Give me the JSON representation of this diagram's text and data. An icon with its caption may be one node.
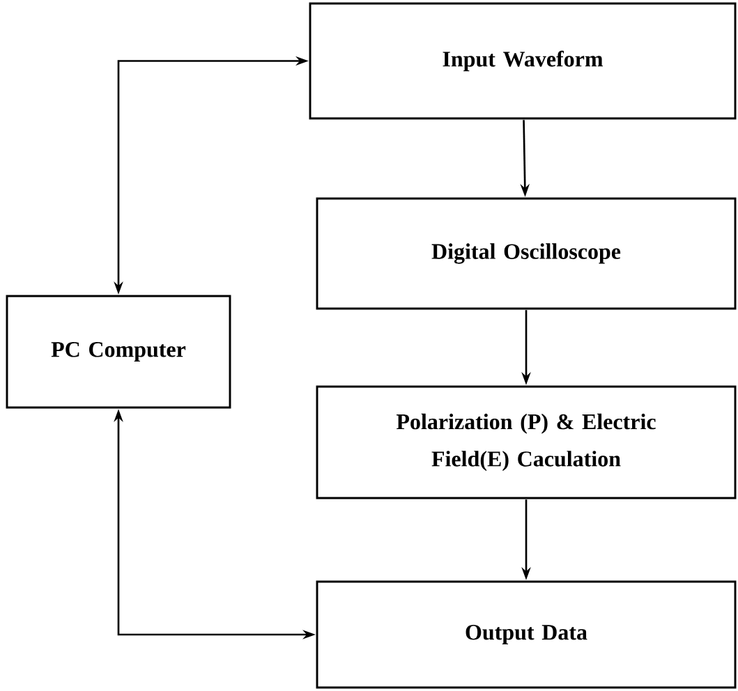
{
  "diagram": {
    "nodes": [
      {
        "text": [
          "PC Computer"
        ]
      },
      {
        "text": [
          "Input Waveform"
        ]
      },
      {
        "text": [
          "Digital Oscilloscope"
        ]
      },
      {
        "text": [
          "Polarization (P) & Electric Field(E) Caculation"
        ]
      },
      {
        "text": [
          "Output Data"
        ]
      }
    ],
    "edges": [
      {
        "from": 0,
        "to": 1,
        "arrow": "both"
      },
      {
        "from": 1,
        "to": 2,
        "arrow": "to"
      },
      {
        "from": 2,
        "to": 3,
        "arrow": "to"
      },
      {
        "from": 3,
        "to": 4,
        "arrow": "to"
      },
      {
        "from": 0,
        "to": 4,
        "arrow": "both"
      }
    ]
  }
}
